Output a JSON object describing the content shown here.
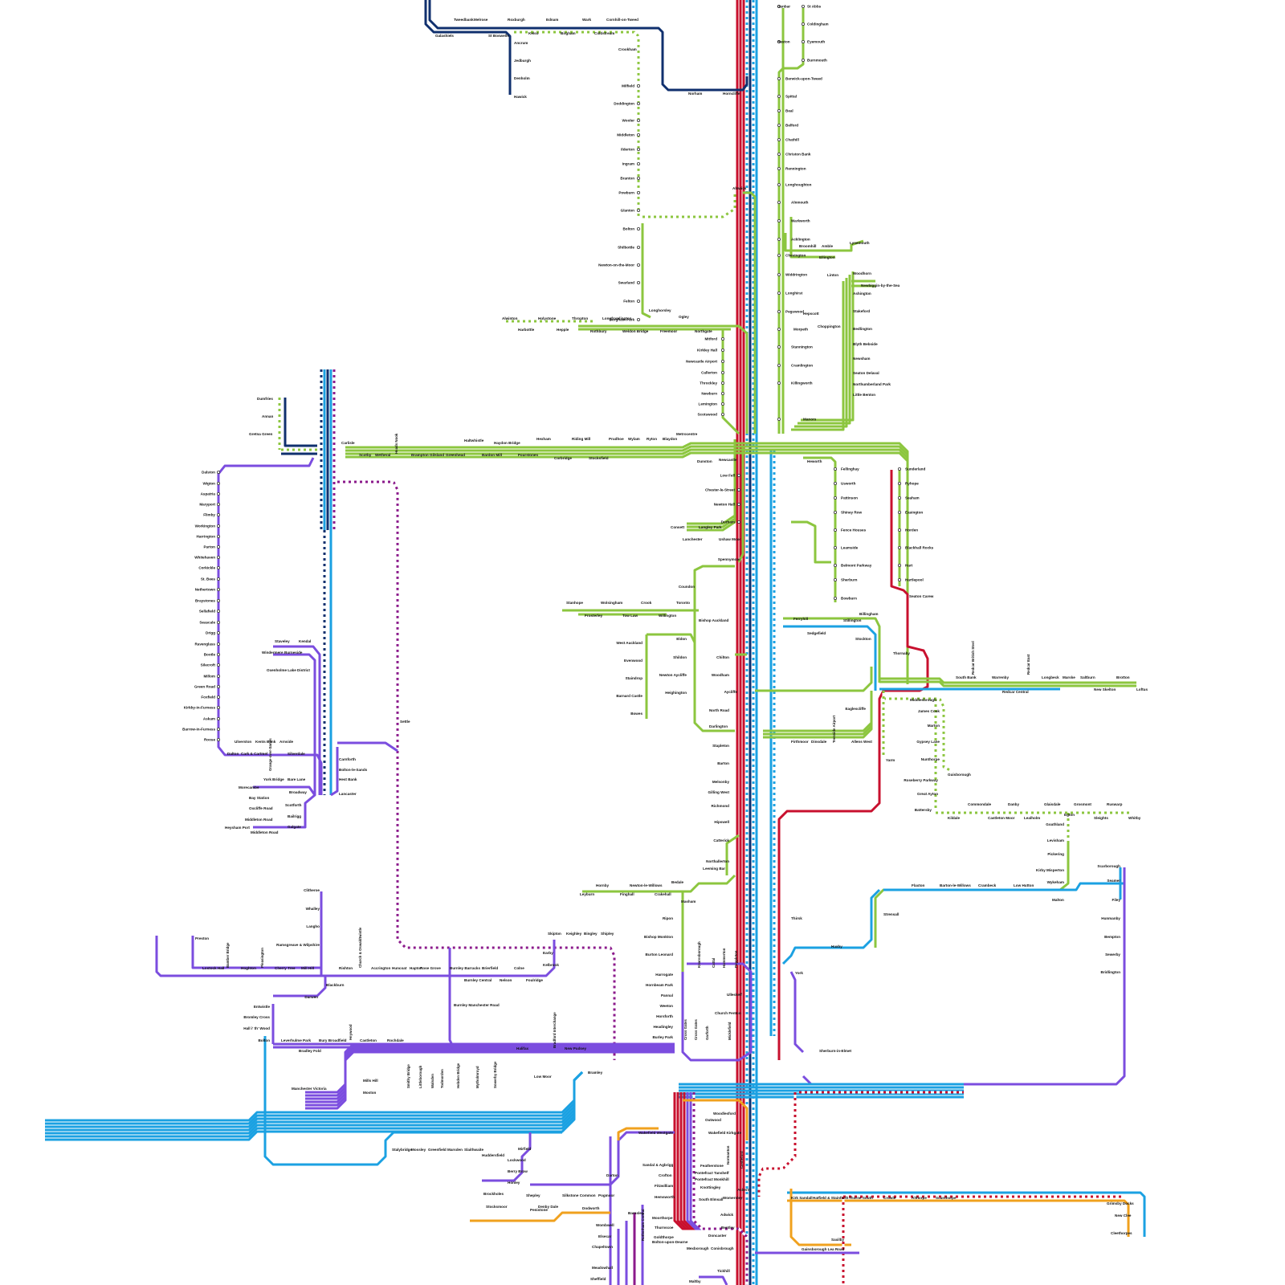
{
  "map": {
    "colors": {
      "red": "#c8102e",
      "light_blue": "#1ba1e2",
      "navy": "#10306e",
      "green": "#8cc63f",
      "purple": "#7b4ddf",
      "orange": "#f0a11e",
      "dark_purple": "#8b1a8b"
    },
    "labels": {
      "dunbar": "Dunbar",
      "st_abbs": "St Abbs",
      "coldingham": "Coldingham",
      "reston": "Reston",
      "eyemouth": "Eyemouth",
      "burnmouth": "Burnmouth",
      "berwick": "Berwick-upon-Tweed",
      "spittal": "Spittal",
      "beal": "Beal",
      "belford": "Belford",
      "chathill": "Chathill",
      "christon_bank": "Christon Bank",
      "rennington": "Rennington",
      "longhoughton": "Longhoughton",
      "alnmouth": "Alnmouth",
      "alnwick": "Alnwick",
      "warkworth": "Warkworth",
      "acklington": "Acklington",
      "broomhill": "Broomhill",
      "amble": "Amble",
      "chevington": "Chevington",
      "ellington": "Ellington",
      "lynemouth": "Lynemouth",
      "widdrington": "Widdrington",
      "linton": "Linton",
      "woodhorn": "Woodhorn",
      "newbiggin": "Newbiggin-by-the-Sea",
      "ashington": "Ashington",
      "longhirst": "Longhirst",
      "pegswood": "Pegswood",
      "hepscott": "Hepscott",
      "stakeford": "Stakeford",
      "morpeth": "Morpeth",
      "choppington": "Choppington",
      "bedlington": "Bedlington",
      "stannington": "Stannington",
      "blyth": "Blyth Bebside",
      "cramlington": "Cramlington",
      "newsham": "Newsham",
      "seaton_delaval": "Seaton Delaval",
      "killingworth": "Killingworth",
      "northumberland_park": "Northumberland Park",
      "little_benton": "Little Benton",
      "manors": "Manors",
      "tweedbank": "Tweedbank",
      "melrose": "Melrose",
      "roxburgh": "Roxburgh",
      "ednam": "Ednam",
      "wark": "Wark",
      "cornhill": "Cornhill-on-Tweed",
      "galashiels": "Galashiels",
      "st_boswells": "St Boswells",
      "kelso": "Kelso",
      "birgham": "Birgham",
      "coldstream": "Coldstream",
      "ancrum": "Ancrum",
      "jedburgh": "Jedburgh",
      "denholm": "Denholm",
      "hawick": "Hawick",
      "crookham": "Crookham",
      "norham": "Norham",
      "horncliffe": "Horncliffe",
      "milfield": "Milfield",
      "doddington": "Doddington",
      "wooler": "Wooler",
      "middleton": "Middleton",
      "ilderton": "Ilderton",
      "ingram": "Ingram",
      "branton": "Branton",
      "powburn": "Powburn",
      "glanton": "Glanton",
      "bolton": "Bolton",
      "shilbottle": "Shilbottle",
      "newton_moor": "Newton-on-the-Moor",
      "swarland": "Swarland",
      "felton": "Felton",
      "burgham_park": "Burgham Park",
      "longhorsley": "Longhorsley",
      "alwinton": "Alwinton",
      "holystone": "Holystone",
      "thropton": "Thropton",
      "longframlington": "Longframlington",
      "ogley": "Ogley",
      "harbottle": "Harbottle",
      "hepple": "Hepple",
      "rothbury": "Rothbury",
      "weldon_bridge": "Weldon Bridge",
      "freemoor": "Freemoor",
      "northgate": "Northgate",
      "mitford": "Mitford",
      "kirkley_hall": "Kirkley Hall",
      "newcastle_airport": "Newcastle Airport",
      "callerton": "Callerton",
      "throckley": "Throckley",
      "newburn": "Newburn",
      "lemington": "Lemington",
      "scotswood": "Scotswood",
      "dumfries": "Dumfries",
      "annan": "Annan",
      "gretna": "Gretna Green",
      "carlisle": "Carlisle",
      "scotby": "Scotby",
      "wetheral": "Wetheral",
      "heads_nook": "Heads Nook",
      "brampton": "Brampton",
      "gilsland": "Gilsland",
      "greenhead": "Greenhead",
      "haltwhistle": "Haltwhistle",
      "haydon_bridge": "Haydon Bridge",
      "bardon_mill": "Bardon Mill",
      "fourstones": "Fourstones",
      "hexham": "Hexham",
      "riding_mill": "Riding Mill",
      "prudhoe": "Prudhoe",
      "wylam": "Wylam",
      "ryton": "Ryton",
      "blaydon": "Blaydon",
      "metrocentre": "Metrocentre",
      "corbridge": "Corbridge",
      "stocksfield": "Stocksfield",
      "dunston": "Dunston",
      "newcastle": "Newcastle",
      "heworth": "Heworth",
      "felling": "Fellinghay",
      "usworth": "Usworth",
      "pattinson": "Pattinson",
      "shiney_row": "Shiney Row",
      "fence_houses": "Fence Houses",
      "leamside": "Leamside",
      "belmont": "Belmont Parkway",
      "sherburn": "Sherburn",
      "bowburn": "Bowburn",
      "sunderland": "Sunderland",
      "ryhope": "Ryhope",
      "seaham": "Seaham",
      "easington": "Easington",
      "horden": "Horden",
      "blackhall": "Blackhall Rocks",
      "hart": "Hart",
      "hartlepool": "Hartlepool",
      "seaton_carew": "Seaton Carew",
      "billingham": "Billingham",
      "stillington": "Stillington",
      "sedgefield": "Sedgefield",
      "ferryhill": "Ferryhill",
      "stockton": "Stockton",
      "thornaby": "Thornaby",
      "low_fell": "Low Fell",
      "chester_le_street": "Chester-le-Street",
      "newton_hall": "Newton Hall",
      "durham": "Durham",
      "consett": "Consett",
      "langley_park": "Langley Park",
      "lanchester": "Lanchester",
      "ushaw_moor": "Ushaw Moor",
      "spennymoor": "Spennymoor",
      "coundon": "Coundon",
      "stanhope": "Stanhope",
      "wolsingham": "Wolsingham",
      "crook": "Crook",
      "toronto": "Toronto",
      "frosterley": "Frosterley",
      "tow_law": "Tow Law",
      "willington": "Willington",
      "bishop_auckland": "Bishop Auckland",
      "west_auckland": "West Auckland",
      "eldon": "Eldon",
      "evenwood": "Evenwood",
      "shildon": "Shildon",
      "chilton": "Chilton",
      "staindrop": "Staindrop",
      "newton_aycliffe": "Newton Aycliffe",
      "woodham": "Woodham",
      "barnard_castle": "Barnard Castle",
      "heighington": "Heighington",
      "aycliffe": "Aycliffe",
      "bowes": "Bowes",
      "north_road": "North Road",
      "darlington": "Darlington",
      "south_bank": "South Bank",
      "redcar_british_steel": "Redcar British Steel",
      "warrenby": "Warrenby",
      "redcar_east": "Redcar East",
      "longbeck": "Longbeck",
      "marske": "Marske",
      "saltburn": "Saltburn",
      "brotton": "Brotton",
      "redcar_central": "Redcar Central",
      "new_skelton": "New Skelton",
      "loftus": "Loftus",
      "middlesbrough": "Middlesbrough",
      "eaglescliffe": "Eaglescliffe",
      "james_cook": "James Cook",
      "marton": "Marton",
      "gypsey_lane": "Gypsey Lane",
      "nunthorpe": "Nunthorpe",
      "guisborough": "Guisborough",
      "roseberry": "Roseberry Parkway",
      "great_ayton": "Great Ayton",
      "battersby": "Battersby",
      "kildale": "Kildale",
      "commondale": "Commondale",
      "castleton": "Castleton Moor",
      "danby": "Danby",
      "lealholm": "Lealholm",
      "glaisdale": "Glaisdale",
      "grosmont": "Grosmont",
      "sleights": "Sleights",
      "ruswarp": "Ruswarp",
      "whitby": "Whitby",
      "egton": "Egton",
      "goathland": "Goathland",
      "levisham": "Levisham",
      "pickering": "Pickering",
      "kirby_misperton": "Kirby Misperton",
      "wykeham": "Wykeham",
      "yarm": "Yarm",
      "teesside_airport": "Teesside Airport",
      "fishburn": "Firthmoor",
      "dinsdale": "Dinsdale",
      "allens_west": "Allens West",
      "stapleton": "Stapleton",
      "barton": "Barton",
      "melsonby": "Melsonby",
      "gilling_west": "Gilling West",
      "richmond": "Richmond",
      "hipswell": "Hipswell",
      "catterick": "Catterick",
      "northallerton": "Northallerton",
      "leeming_bar": "Leeming Bar",
      "bedale": "Bedale",
      "hornby": "Hornby",
      "newton_le_willows": "Newton-le-Willows",
      "leyburn": "Leyburn",
      "finghall": "Finghall",
      "crakehall": "Crakehall",
      "masham": "Masham",
      "thirsk": "Thirsk",
      "ripon": "Ripon",
      "bishop_monkton": "Bishop Monkton",
      "burton_leonard": "Burton Leonard",
      "harrogate": "Harrogate",
      "hornbeam": "Hornbeam Park",
      "pannal": "Pannal",
      "weeton": "Weeton",
      "horsforth": "Horsforth",
      "headingley": "Headingley",
      "burley_park": "Burley Park",
      "knaresborough": "Knaresborough",
      "cattal": "Cattal",
      "hammerton": "Hammerton",
      "poppleton": "Poppleton",
      "ulleskelf": "Ulleskelf",
      "church_fenton": "Church Fenton",
      "york": "York",
      "haxby": "Haxby",
      "strensall": "Strensall",
      "malton": "Malton",
      "flaxton": "Flaxton",
      "barton_le_willows": "Barton-le-Willows",
      "crambeck": "Crambeck",
      "low_hutton": "Low Hutton",
      "scarborough": "Scarborough",
      "seamer": "Seamer",
      "filey": "Filey",
      "hunmanby": "Hunmanby",
      "bempton": "Bempton",
      "bridlington": "Bridlington",
      "sowerby": "Sewerby",
      "sherburn_elmet": "Sherburn-in-Elmet",
      "garforth": "Garforth",
      "cross_gates": "Cross Gates",
      "micklefield": "Micklefield",
      "skipton": "Skipton",
      "keighley": "Keighley",
      "bingley": "Bingley",
      "shipley": "Shipley",
      "earby": "Earby",
      "kelbrook": "Kelbrook",
      "foulridge": "Foulridge",
      "colne": "Colne",
      "nelson": "Nelson",
      "brierfield": "Brierfield",
      "burnley_central": "Burnley Central",
      "burnley_barracks": "Burnley Barracks",
      "rose_grove": "Rose Grove",
      "hapton": "Hapton",
      "huncoat": "Huncoat",
      "accrington": "Accrington",
      "church": "Church & Oswaldtwistle",
      "rishton": "Rishton",
      "mill_hill": "Mill Hill",
      "cherry_tree": "Cherry Tree",
      "pleasington": "Pleasington",
      "hoghton": "Hoghton",
      "bamber_bridge": "Bamber Bridge",
      "lostock_hall": "Lostock Hall",
      "preston": "Preston",
      "clitheroe": "Clitheroe",
      "whalley": "Whalley",
      "langho": "Langho",
      "ramsgreave": "Ramsgreave & Wilpshire",
      "blackburn": "Blackburn",
      "darwen": "Darwen",
      "entwistle": "Entwistle",
      "bromley_cross": "Bromley Cross",
      "hall_i_th_wood": "Hall i' th' Wood",
      "bolton2": "Bolton",
      "burnley_mr": "Burnley Manchester Road",
      "settle": "Settle",
      "leverhulme": "Leverhulme Park",
      "bury": "Bury Broadfield",
      "heywood": "Heywood",
      "castleton2": "Castleton",
      "rochdale": "Rochdale",
      "bradley_fold": "Bradley Fold",
      "smithy_bridge": "Smithy Bridge",
      "littleborough": "Littleborough",
      "walsden": "Walsden",
      "todmorden": "Todmorden",
      "hebden": "Hebden Bridge",
      "mytholmroyd": "Mytholmroyd",
      "sowerby_bridge": "Sowerby Bridge",
      "halifax": "Halifax",
      "bradford": "Bradford Interchange",
      "new_pudsey": "New Pudsey",
      "bramley": "Bramley",
      "low_moor": "Low Moor",
      "mills_hill": "Mills Hill",
      "moston": "Moston",
      "manchester_victoria": "Manchester Victoria",
      "dalston": "Dalston",
      "wigton": "Wigton",
      "aspatria": "Aspatria",
      "maryport": "Maryport",
      "flimby": "Flimby",
      "workington": "Workington",
      "harrington": "Harrington",
      "parton": "Parton",
      "whitehaven": "Whitehaven",
      "corkickle": "Corkickle",
      "st_bees": "St. Bees",
      "nethertown": "Nethertown",
      "braystones": "Braystones",
      "sellafield": "Sellafield",
      "seascale": "Seascale",
      "drigg": "Drigg",
      "ravenglass": "Ravenglass",
      "bootle": "Bootle",
      "silecroft": "Silecroft",
      "millom": "Millom",
      "green_road": "Green Road",
      "foxfield": "Foxfield",
      "kirkby": "Kirkby-in-Furness",
      "askam": "Askam",
      "barrow": "Barrow-in-Furness",
      "roose": "Roose",
      "ulverston": "Ulverston",
      "kents_bank": "Kents Bank",
      "arnside": "Arnside",
      "dalton": "Dalton",
      "cark": "Cark & Cartmel",
      "silverdale": "Silverdale",
      "staveley": "Staveley",
      "kendal": "Kendal",
      "windermere": "Windermere",
      "burneside": "Burneside",
      "oxenholme": "Oxenholme Lake District",
      "carnforth": "Carnforth",
      "bolton_le_sands": "Bolton-le-Sands",
      "hest_bank": "Hest Bank",
      "lancaster": "Lancaster",
      "grange": "Grange-over-Sands",
      "morecambe": "Morecambe",
      "bare_lane": "Bare Lane",
      "broadway": "Broadway",
      "york_bridge": "York Bridge",
      "bay_station": "Bay Station",
      "scotforth": "Scotforth",
      "oxcliffe": "Oxcliffe Road",
      "bailrigg": "Bailrigg",
      "middleton_road": "Middleton Road",
      "galgate": "Galgate",
      "heysham": "Heysham Port",
      "middleton_rd2": "Middleton Road",
      "wakefield_westgate": "Wakefield Westgate",
      "wakefield_kirkgate": "Wakefield Kirkgate",
      "woodlesford": "Woodlesford",
      "outwood": "Outwood",
      "sandal": "Sandal & Agbrigg",
      "crofton": "Crofton",
      "fitzwilliam": "Fitzwilliam",
      "hemsworth": "Hemsworth",
      "moorthorpe": "Moorthorpe",
      "thurnscoe": "Thurnscoe",
      "goldthorpe": "Goldthorpe",
      "bolton_dearne": "Bolton-upon-Dearne",
      "mexborough": "Mexborough",
      "conisbrough": "Conisbrough",
      "doncaster": "Doncaster",
      "bentley": "Bentley",
      "adwick": "Adwick",
      "south_elmsall": "South Elmsall",
      "knottingley": "Knottingley",
      "pontefract": "Pontefract Tanshelf",
      "pontefract_m": "Pontefract Monkhill",
      "featherstone": "Featherstone",
      "normanton": "Normanton",
      "castleford": "Castleford",
      "askern": "Askern",
      "womersley": "Womersley",
      "huddersfield": "Huddersfield",
      "mirfield": "Mirfield",
      "lockwood": "Lockwood",
      "berry_brow": "Berry Brow",
      "honley": "Honley",
      "brockholes": "Brockholes",
      "stocksmoor": "Stocksmoor",
      "shepley": "Shepley",
      "denby_dale": "Denby Dale",
      "penistone": "Penistone",
      "silkstone": "Silkstone Common",
      "dodworth": "Dodworth",
      "pogmoor": "Pogmoor",
      "barnsley": "Barnsley",
      "darton": "Darton",
      "wombwell": "Wombwell",
      "elsecar": "Elsecar",
      "chapeltown": "Chapeltown",
      "meadowhall": "Meadowhall",
      "sheffield": "Sheffield",
      "rotherham": "Rotherham Central",
      "stalybridge": "Stalybridge",
      "mossley": "Mossley",
      "greenfield": "Greenfield",
      "marsden": "Marsden",
      "slaithwaite": "Slaithwaite",
      "kirk_sandall": "Kirk Sandall",
      "hatfield": "Hatfield & Stainforth",
      "thorne_south": "Thorne South",
      "crowle": "Crowle",
      "althorpe": "Althorpe",
      "scunthorpe": "Scunthorpe",
      "grimsby": "Grimsby Docks",
      "new_clee": "New Clee",
      "cleethorpes": "Cleethorpes",
      "gainsborough": "Gainsborough Lea Road",
      "saxilby": "Saxilby",
      "tickhill": "Tickhill",
      "maltby": "Maltby",
      "shotton": "Sherburn-in-Elmet"
    }
  }
}
